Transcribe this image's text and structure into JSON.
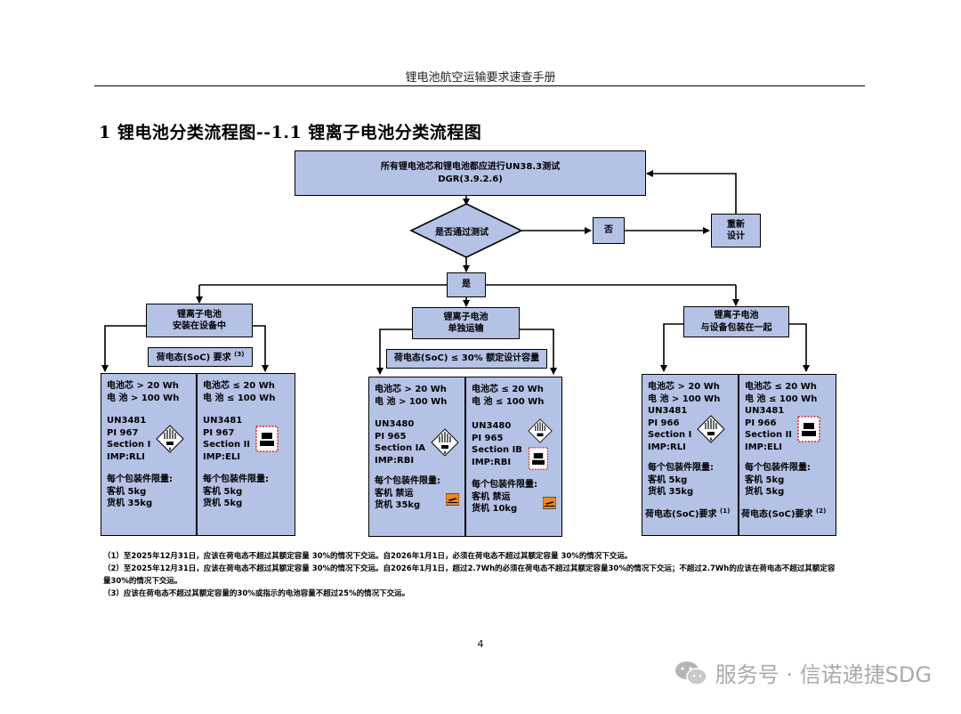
{
  "header": {
    "running_title": "锂电池航空运输要求速查手册"
  },
  "title": "1 锂电池分类流程图--1.1 锂离子电池分类流程图",
  "flow": {
    "top_box": {
      "line1": "所有锂电池芯和锂电池都应进行UN38.3测试",
      "line2": "DGR(3.9.2.6)"
    },
    "decision": "是否通过测试",
    "no": "否",
    "redesign": {
      "line1": "重新",
      "line2": "设计"
    },
    "yes": "是",
    "branches": [
      {
        "header": {
          "line1": "锂离子电池",
          "line2": "安装在设备中"
        },
        "soc": {
          "text": "荷电态(SoC) 要求",
          "note": "(3)"
        },
        "columns": [
          {
            "r1": "电池芯 > 20 Wh",
            "r2": "电 池 > 100 Wh",
            "un": "UN3481",
            "pi": "PI 967",
            "section": "Section I",
            "imp": "IMP:RLI",
            "limit_label": "每个包装件限量:",
            "pax": "客机 5kg",
            "cargo": "货机 35kg",
            "label_type": "class9"
          },
          {
            "r1": "电池芯 ≤ 20 Wh",
            "r2": "电 池 ≤ 100 Wh",
            "un": "UN3481",
            "pi": "PI 967",
            "section": "Section II",
            "imp": "IMP:ELI",
            "limit_label": "每个包装件限量:",
            "pax": "客机 5kg",
            "cargo": "货机 5kg",
            "label_type": "battery-mark"
          }
        ]
      },
      {
        "header": {
          "line1": "锂离子电池",
          "line2": "单独运输"
        },
        "soc": {
          "text": "荷电态(SoC) ≤ 30% 额定设计容量",
          "note": ""
        },
        "columns": [
          {
            "r1": "电池芯 > 20 Wh",
            "r2": "电 池 > 100 Wh",
            "un": "UN3480",
            "pi": "PI 965",
            "section": "Section IA",
            "imp": "IMP:RBI",
            "limit_label": "每个包装件限量:",
            "pax": "客机 禁运",
            "cargo": "货机 35kg",
            "label_type": "class9"
          },
          {
            "r1": "电池芯 ≤ 20 Wh",
            "r2": "电 池 ≤ 100 Wh",
            "un": "UN3480",
            "pi": "PI 965",
            "section": "Section IB",
            "imp": "IMP:RBI",
            "limit_label": "每个包装件限量:",
            "pax": "客机 禁运",
            "cargo": "货机 10kg",
            "label_type": "class9+battery"
          }
        ]
      },
      {
        "header": {
          "line1": "锂离子电池",
          "line2": "与设备包装在一起"
        },
        "soc": null,
        "columns": [
          {
            "r1": "电池芯 > 20 Wh",
            "r2": "电 池 > 100 Wh",
            "un": "UN3481",
            "pi": "PI 966",
            "section": "Section I",
            "imp": "IMP:RLI",
            "limit_label": "每个包装件限量:",
            "pax": "客机 5kg",
            "cargo": "货机 35kg",
            "soc_req": "荷电态(SoC)要求",
            "soc_note": "(1)",
            "label_type": "class9"
          },
          {
            "r1": "电池芯 ≤ 20 Wh",
            "r2": "电 池 ≤ 100 Wh",
            "un": "UN3481",
            "pi": "PI 966",
            "section": "Section II",
            "imp": "IMP:ELI",
            "limit_label": "每个包装件限量:",
            "pax": "客机 5kg",
            "cargo": "货机 5kg",
            "soc_req": "荷电态(SoC)要求",
            "soc_note": "(2)",
            "label_type": "battery-mark"
          }
        ]
      }
    ]
  },
  "notes": [
    "（1）至2025年12月31日，应该在荷电态不超过其额定容量 30%的情况下交运。自2026年1月1日，必须在荷电态不超过其额定容量 30%的情况下交运。",
    "（2）至2025年12月31日，应该在荷电态不超过其额定容量 30%的情况下交运。自2026年1月1日，超过2.7Wh的必须在荷电态不超过其额定容量30%的情况下交运；不超过2.7Wh的应该在荷电态不超过其额定容量30%的情况下交运。",
    "（3）应该在荷电态不超过其额定容量的30%或指示的电池容量不超过25%的情况下交运。"
  ],
  "page_number": "4",
  "watermark": "服务号 · 信诺递捷SDG",
  "colors": {
    "box_fill": "#b4c2e6",
    "border": "#000000",
    "watermark": "#aaaaaa",
    "cao_label": "#f08a1c"
  }
}
